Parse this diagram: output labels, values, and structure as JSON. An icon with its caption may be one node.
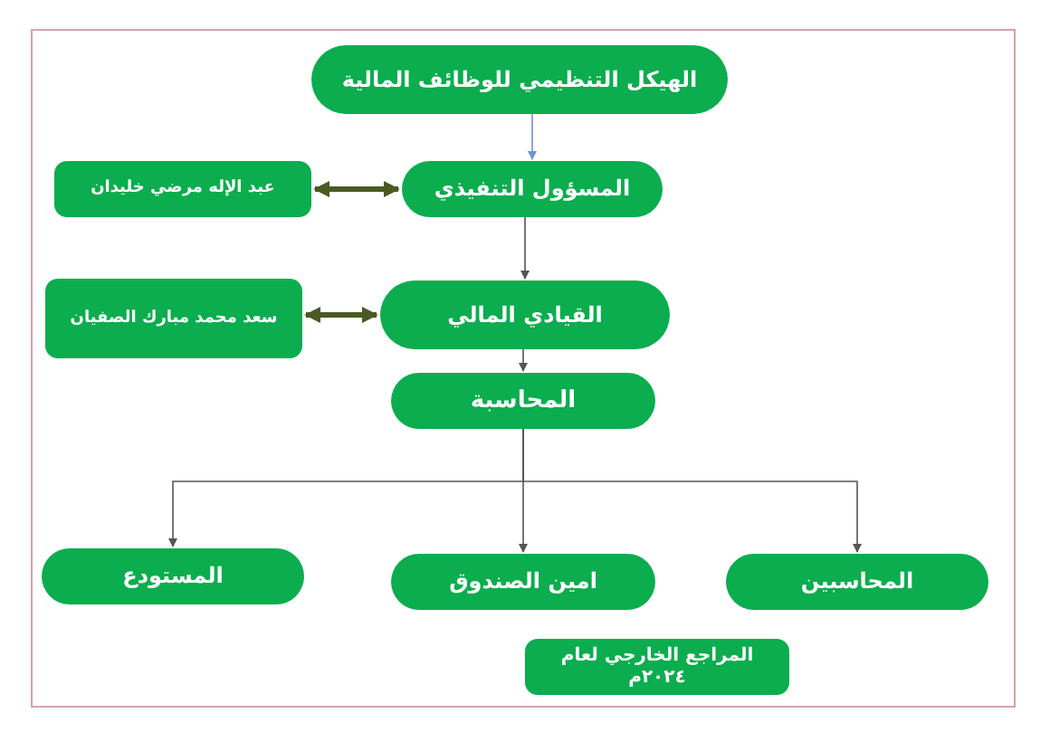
{
  "diagram": {
    "nodes": [
      {
        "text": [
          "الهيكل التنظيمي للوظائف المالية"
        ]
      },
      {
        "text": [
          "عبد الإله مرضي خليدان"
        ]
      },
      {
        "text": [
          "المسؤول التنفيذي"
        ]
      },
      {
        "text": [
          "سعد محمد  مبارك الصفيان"
        ]
      },
      {
        "text": [
          "القيادي المالي"
        ]
      },
      {
        "text": [
          "المحاسبة"
        ]
      },
      {
        "text": [
          "المستودع"
        ]
      },
      {
        "text": [
          "امين الصندوق"
        ]
      },
      {
        "text": [
          "المحاسبين"
        ]
      },
      {
        "text": [
          "المراجع الخارجي لعام ٢٠٢٤م"
        ]
      }
    ],
    "edges": [
      {
        "from": 0,
        "to": 2,
        "arrow": "to",
        "color": "#6f94d6"
      },
      {
        "from": 1,
        "to": 2,
        "arrow": "both",
        "style": "thick",
        "color": "#4b5a22"
      },
      {
        "from": 2,
        "to": 4,
        "arrow": "to"
      },
      {
        "from": 3,
        "to": 4,
        "arrow": "both",
        "style": "thick",
        "color": "#4b5a22"
      },
      {
        "from": 4,
        "to": 5,
        "arrow": "to"
      },
      {
        "from": 5,
        "to": 6,
        "arrow": "to"
      },
      {
        "from": 5,
        "to": 7,
        "arrow": "to"
      },
      {
        "from": 5,
        "to": 8,
        "arrow": "to"
      }
    ]
  }
}
